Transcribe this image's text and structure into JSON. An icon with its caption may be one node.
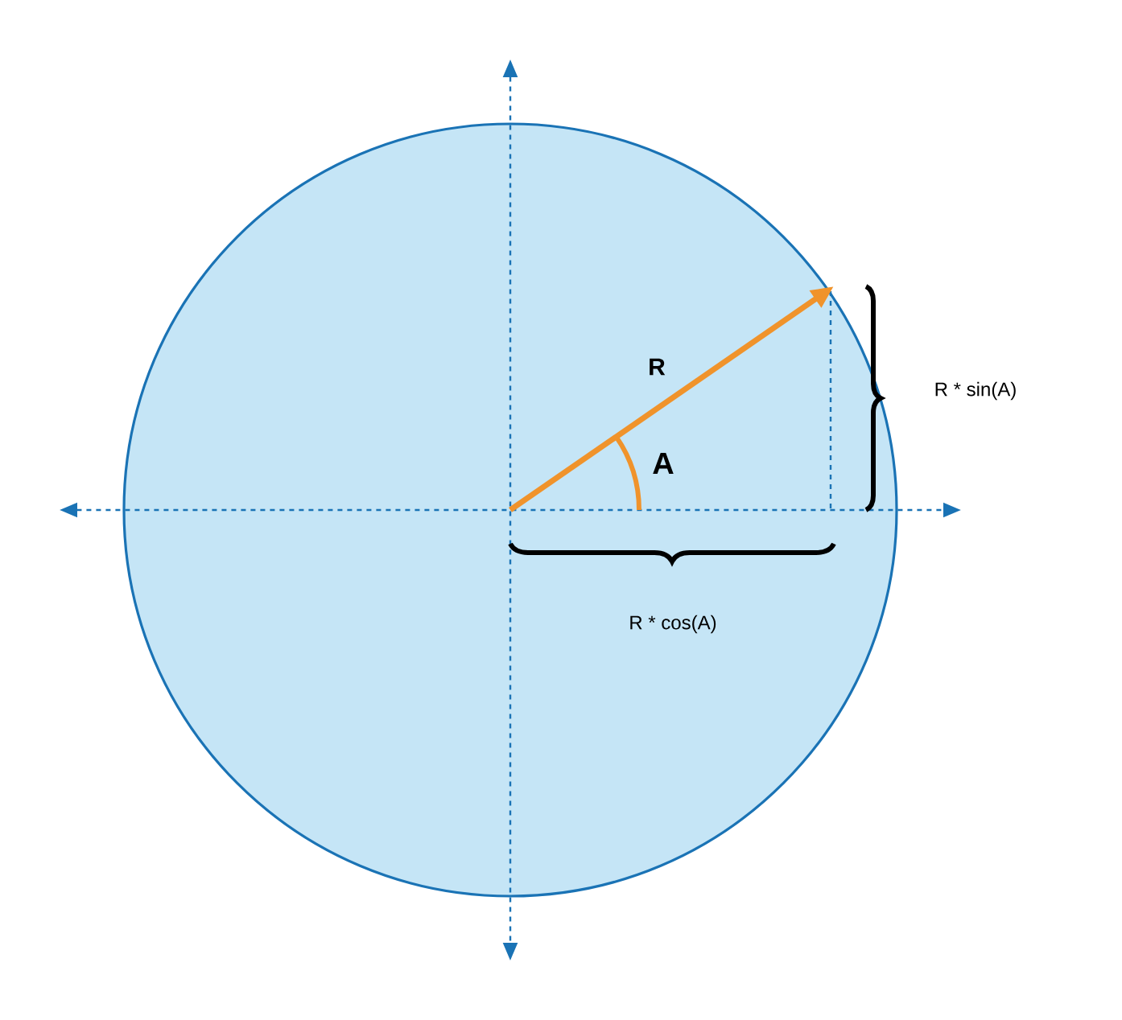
{
  "diagram": {
    "labels": [
      "R",
      "A",
      "R * sin(A)",
      "R * cos(A)"
    ]
  }
}
